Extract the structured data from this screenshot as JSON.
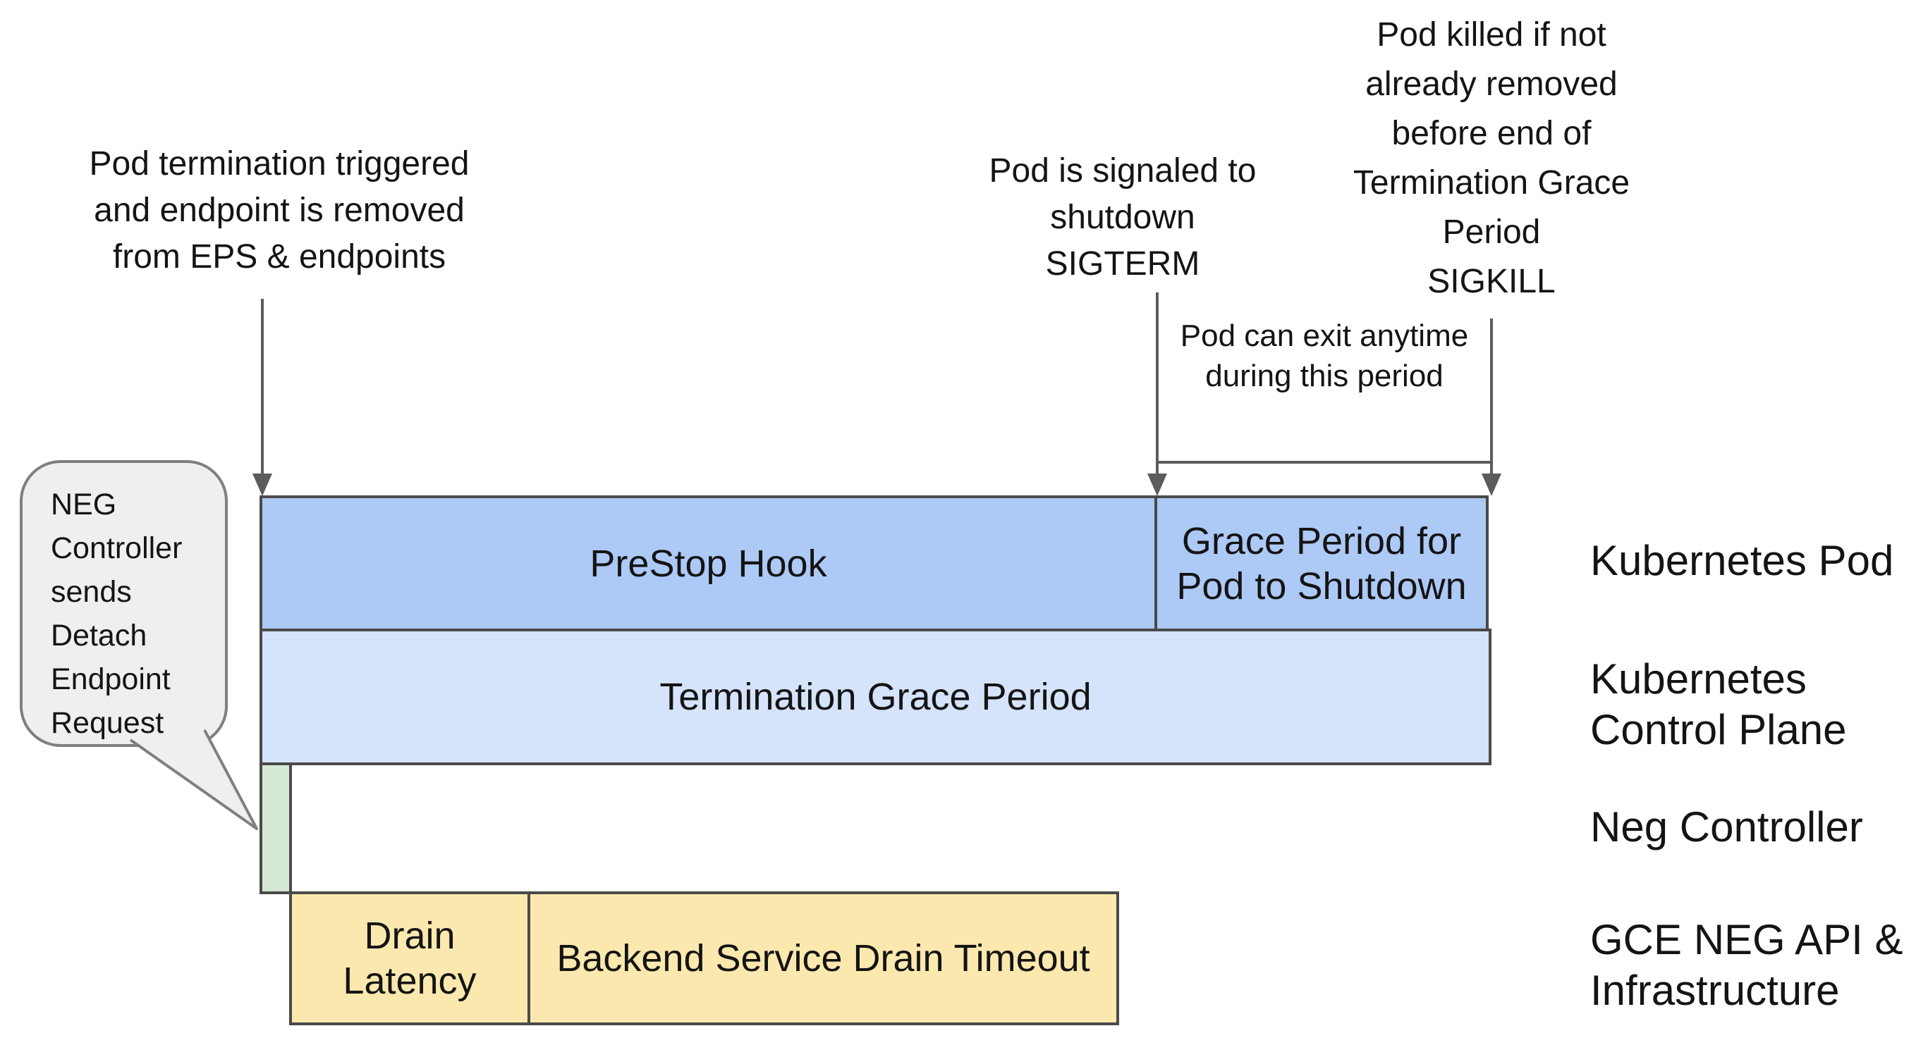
{
  "annotations": {
    "termination_trigger": {
      "lines": [
        "Pod termination triggered",
        "and endpoint is removed",
        "from EPS & endpoints"
      ]
    },
    "sigterm": {
      "lines": [
        "Pod is signaled to",
        "shutdown",
        "SIGTERM"
      ]
    },
    "sigkill": {
      "lines": [
        "Pod killed if not",
        "already removed",
        "before end of",
        "Termination Grace",
        "Period",
        "SIGKILL"
      ]
    },
    "pod_exit": {
      "lines": [
        "Pod can exit anytime",
        "during this period"
      ]
    }
  },
  "bubble": {
    "lines": [
      "NEG",
      "Controller",
      "sends",
      "Detach",
      "Endpoint",
      "Request"
    ]
  },
  "timeline": {
    "rows": [
      {
        "name": "Kubernetes Pod",
        "side_label_lines": [
          "Kubernetes Pod"
        ],
        "segments": [
          {
            "label": "PreStop Hook",
            "color": "#adc9f6"
          },
          {
            "label": "Grace Period for Pod to Shutdown",
            "color": "#adc9f6"
          }
        ]
      },
      {
        "name": "Kubernetes Control Plane",
        "side_label_lines": [
          "Kubernetes",
          "Control Plane"
        ],
        "segments": [
          {
            "label": "Termination Grace Period",
            "color": "#d5e3fb"
          }
        ]
      },
      {
        "name": "Neg Controller",
        "side_label_lines": [
          "Neg Controller"
        ],
        "segments": [
          {
            "label": "",
            "color": "#d5e8d3"
          }
        ]
      },
      {
        "name": "GCE NEG API & Infrastructure",
        "side_label_lines": [
          "GCE NEG API &",
          "Infrastructure"
        ],
        "segments": [
          {
            "label": "Drain Latency",
            "color": "#fbe8ae"
          },
          {
            "label": "Backend Service Drain Timeout",
            "color": "#fbe8ae"
          }
        ]
      }
    ]
  },
  "colors": {
    "bar_blue": "#adc9f6",
    "bar_light_blue": "#d5e3fb",
    "bar_green": "#d5e8d3",
    "bar_yellow": "#fbe8ae",
    "bar_border": "#4a4a4a",
    "arrow_gray": "#5c5c5c",
    "bubble_fill": "#efefef",
    "bubble_border": "#7f7f7f",
    "text": "#141414"
  }
}
